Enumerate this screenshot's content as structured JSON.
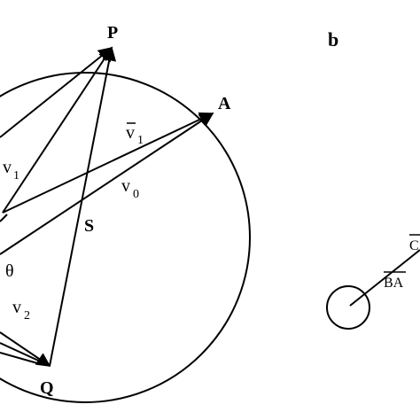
{
  "labels": {
    "P": "P",
    "A": "A",
    "S": "S",
    "Q": "Q",
    "theta": "θ",
    "panel_b": "b",
    "v1bar": {
      "base": "v",
      "sub": "1"
    },
    "v1": {
      "base": "v",
      "sub": "1"
    },
    "v0": {
      "base": "v",
      "sub": "0"
    },
    "v2": {
      "base": "v",
      "sub": "2"
    },
    "BA": "BA",
    "C": "C"
  }
}
